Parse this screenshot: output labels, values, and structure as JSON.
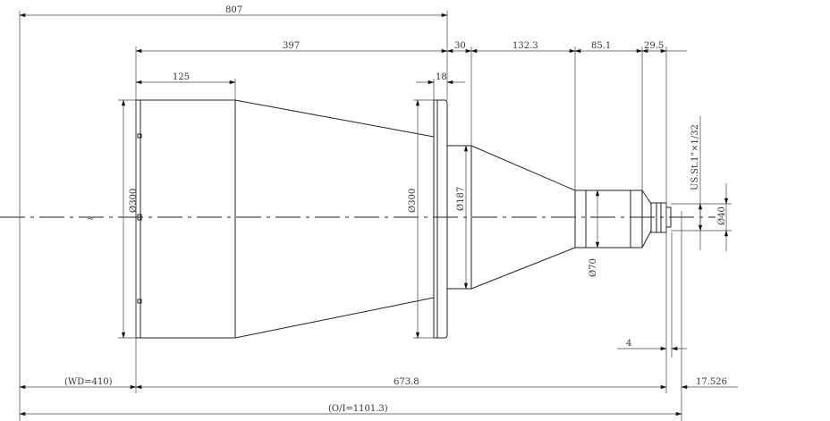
{
  "drawing": {
    "dims": {
      "overall_length": "807",
      "front_to_flange": "397",
      "front_cylinder": "125",
      "flange_thickness": "18",
      "step": "30",
      "cone": "132.3",
      "barrel": "85.1",
      "rear": "29.5",
      "front_diameter": "Ø300",
      "flange_diameter": "Ø300",
      "step_diameter": "Ø187",
      "barrel_diameter": "Ø70",
      "mount_diameter": "Ø40",
      "thread": "US.St.1\"×1/32",
      "offset": "4",
      "working_distance": "(WD=410)",
      "lens_length": "673.8",
      "back_focus": "17.526",
      "object_to_image": "(O/I=1101.3)"
    },
    "break_symbol": "≈"
  }
}
